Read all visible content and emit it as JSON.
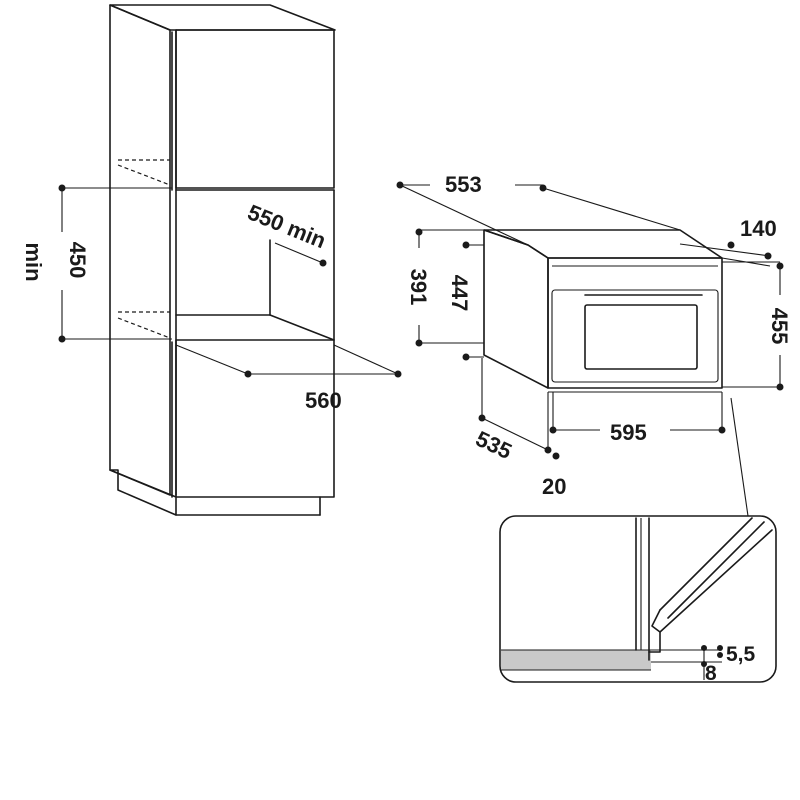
{
  "diagram": {
    "cabinet": {
      "niche_height": "450",
      "niche_height_min": "min",
      "niche_depth": "550 min",
      "niche_width": "560"
    },
    "appliance": {
      "depth_top": "553",
      "projection": "140",
      "housing_height": "391",
      "body_height": "447",
      "front_height": "455",
      "front_width": "595",
      "depth": "535",
      "front_offset": "20"
    },
    "detail": {
      "gap_top": "5,5",
      "gap_bottom": "8"
    }
  }
}
